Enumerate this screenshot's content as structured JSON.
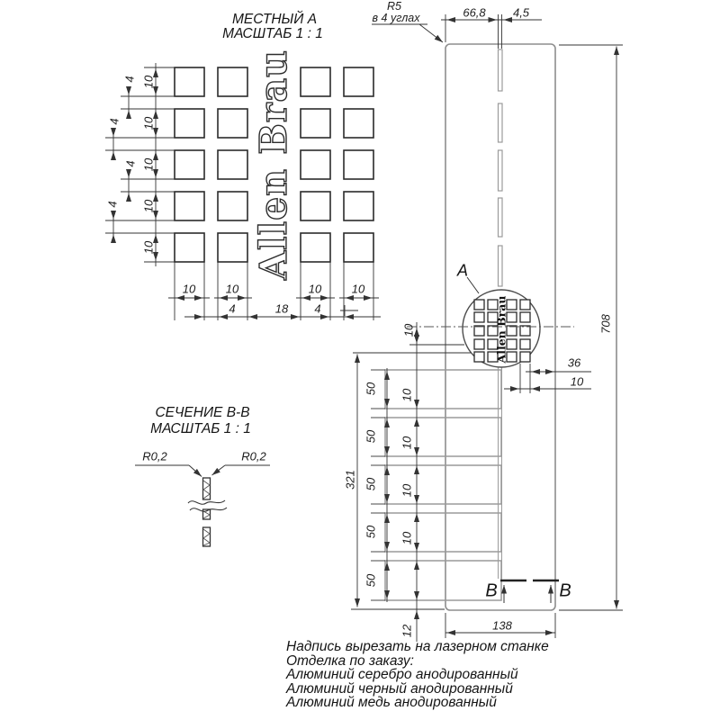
{
  "drawing": {
    "detail_a": {
      "title": "МЕСТНЫЙ А",
      "scale": "МАСШТАБ 1 : 1",
      "logo_text": "Allen Brau",
      "square_size": "10",
      "square_gap": "4",
      "col_width": "10",
      "col_gap": "4",
      "logo_gap": "18"
    },
    "section_b": {
      "title": "СЕЧЕНИЕ В-В",
      "scale": "МАСШТАБ 1 : 1",
      "fillet_radius": "R0,2"
    },
    "main_view": {
      "detail_mark": "А",
      "section_mark": "В",
      "logo_text": "Allen Brau",
      "dim_edge_to_slot": "66,8",
      "dim_slot_width": "4,5",
      "corner_radius": "R5",
      "corner_note": "в 4 углах",
      "dim_length": "708",
      "dim_width": "138",
      "dim_logo_to_edge": "36",
      "dim_logo_col": "10",
      "dim_logo_row": "10",
      "dim_slot_height": "50",
      "dim_slot_gap": "10",
      "dim_slots_span": "321",
      "dim_bottom_margin": "12"
    },
    "notes": {
      "line1": "Надпись вырезать на лазерном станке",
      "line2": "Отделка по заказу:",
      "line3": "Алюминий серебро анодированный",
      "line4": "Алюминий черный анодированный",
      "line5": "Алюминий медь анодированный"
    },
    "colors": {
      "part_outline": "#8d8d8d",
      "dimension_lines": "#333333",
      "background": "#ffffff"
    }
  }
}
